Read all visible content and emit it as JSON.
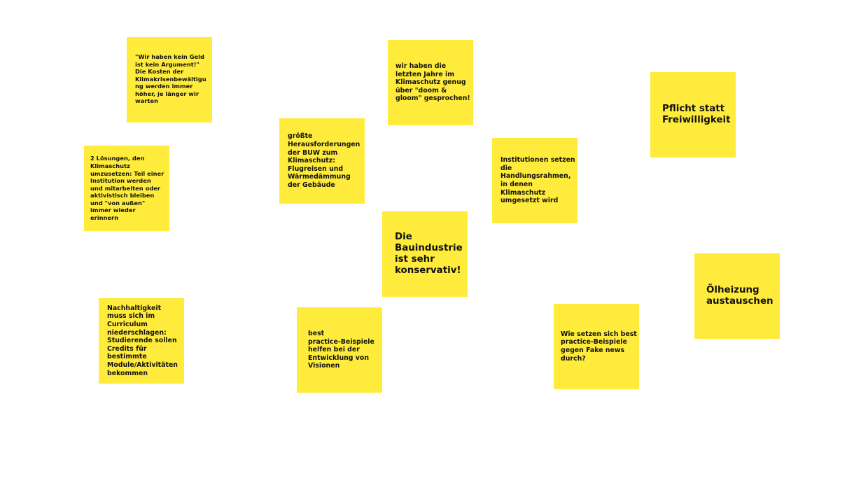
{
  "board": {
    "note_color": "#ffeb3b",
    "notes": [
      {
        "id": "n1",
        "text": "\"Wir haben kein Geld\nist kein Argument!\"\nDie Kosten der\nKlimakrisenbewältigu\nng werden immer\nhöher, je länger wir\nwarten"
      },
      {
        "id": "n2",
        "text": "wir haben die\nletzten Jahre im\nKlimaschutz genug\nüber \"doom &\ngloom\" gesprochen!"
      },
      {
        "id": "n3",
        "text": "Pflicht statt\nFreiwilligkeit"
      },
      {
        "id": "n4",
        "text": "größte\nHerausforderungen\nder BUW zum\nKlimaschutz:\nFlugreisen und\nWärmedämmung\nder Gebäude"
      },
      {
        "id": "n5",
        "text": "2 Lösungen, den\nKlimaschutz\numzusetzen: Teil einer\nInstitution werden\nund mitarbeiten oder\naktivistisch bleiben\nund \"von außen\"\nimmer wieder\nerinnern"
      },
      {
        "id": "n6",
        "text": "Institutionen setzen\ndie\nHandlungsrahmen,\nin denen\nKlimaschutz\numgesetzt wird"
      },
      {
        "id": "n7",
        "text": "Die\nBauindustrie\nist sehr\nkonservativ!"
      },
      {
        "id": "n8",
        "text": "Ölheizung\naustauschen"
      },
      {
        "id": "n9",
        "text": "Nachhaltigkeit\nmuss sich im\nCurriculum\nniederschlagen:\nStudierende sollen\nCredits für\nbestimmte\nModule/Aktivitäten\nbekommen"
      },
      {
        "id": "n10",
        "text": "best\npractice-Beispiele\nhelfen bei der\nEntwicklung von\nVisionen"
      },
      {
        "id": "n11",
        "text": "Wie setzen sich best\npractice-Beispiele\ngegen Fake news\ndurch?"
      }
    ]
  }
}
